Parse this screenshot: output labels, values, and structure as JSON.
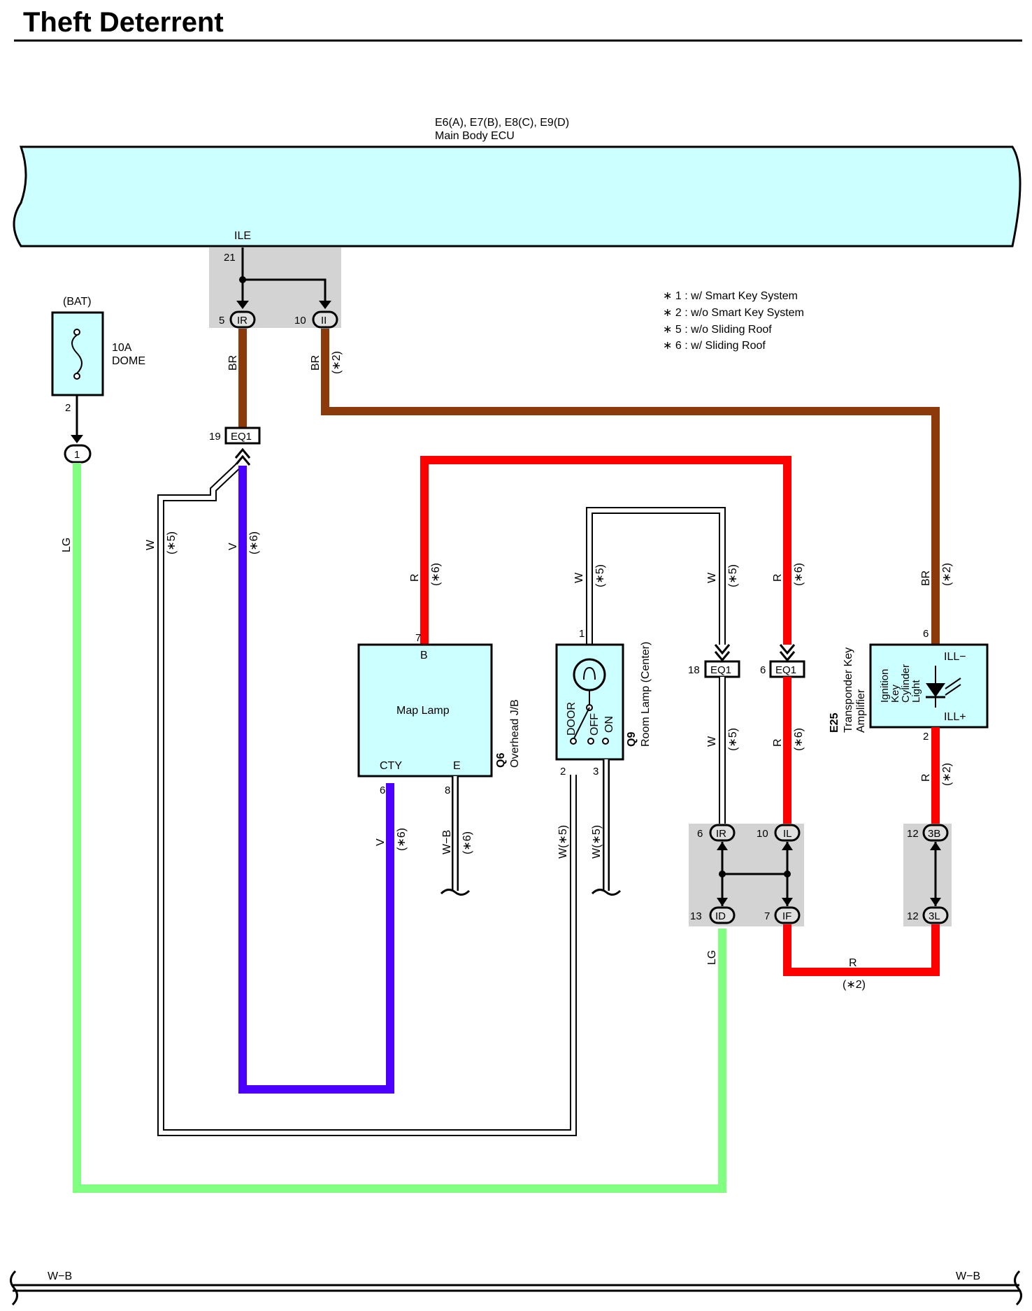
{
  "title": "Theft Deterrent",
  "ecu": {
    "connectors": "E6(A), E7(B), E8(C), E9(D)",
    "name": "Main Body ECU",
    "terminal_name": "ILE",
    "terminal_pin": "21"
  },
  "notes": [
    "∗ 1 : w/ Smart Key System",
    "∗ 2 : w/o Smart Key System",
    "∗ 5 : w/o Sliding Roof",
    "∗ 6 : w/ Sliding Roof"
  ],
  "fuse": {
    "source": "(BAT)",
    "rating": "10A",
    "name": "DOME",
    "pin": "2",
    "junction": "1"
  },
  "junction_top": {
    "left_pin": "5",
    "left_tag": "IR",
    "right_pin": "10",
    "right_tag": "II"
  },
  "eq1_left": {
    "pin": "19",
    "tag": "EQ1"
  },
  "eq1_mid": {
    "pin": "18",
    "tag": "EQ1"
  },
  "eq1_right": {
    "pin": "6",
    "tag": "EQ1"
  },
  "wires": {
    "br": "BR",
    "br_note": "(∗2)",
    "lg": "LG",
    "w": "W",
    "v": "V",
    "r": "R",
    "wb": "W−B",
    "n5": "(∗5)",
    "n6": "(∗6)",
    "n2": "(∗2)",
    "w5": "W(∗5)"
  },
  "map_lamp": {
    "code": "Q6",
    "name": "Overhead J/B",
    "label": "Map Lamp",
    "b": "B",
    "b_pin": "7",
    "cty": "CTY",
    "cty_pin": "6",
    "e": "E",
    "e_pin": "8"
  },
  "room_lamp": {
    "code": "Q9",
    "name": "Room Lamp (Center)",
    "pin1": "1",
    "pin2": "2",
    "pin3": "3",
    "door": "DOOR",
    "off": "OFF",
    "on": "ON"
  },
  "transponder": {
    "code": "E25",
    "name1": "Transponder Key",
    "name2": "Amplifier",
    "light1": "Ignition",
    "light2": "Key",
    "light3": "Cylinder",
    "light4": "Light",
    "ill_minus": "ILL−",
    "ill_plus": "ILL+",
    "pin6": "6",
    "pin2": "2"
  },
  "junction_bottom": {
    "ir_pin": "6",
    "ir_tag": "IR",
    "il_pin": "10",
    "il_tag": "IL",
    "id_pin": "13",
    "id_tag": "ID",
    "if_pin": "7",
    "if_tag": "IF",
    "b3_pin": "12",
    "b3_tag": "3B",
    "l3_pin": "12",
    "l3_tag": "3L"
  },
  "colors": {
    "brown": "#8c3a0a",
    "red": "#ff0000",
    "violet": "#4b00ff",
    "light_green": "#80ff80",
    "component_fill": "#ccffff",
    "junction_fill": "#d3d3d3"
  }
}
